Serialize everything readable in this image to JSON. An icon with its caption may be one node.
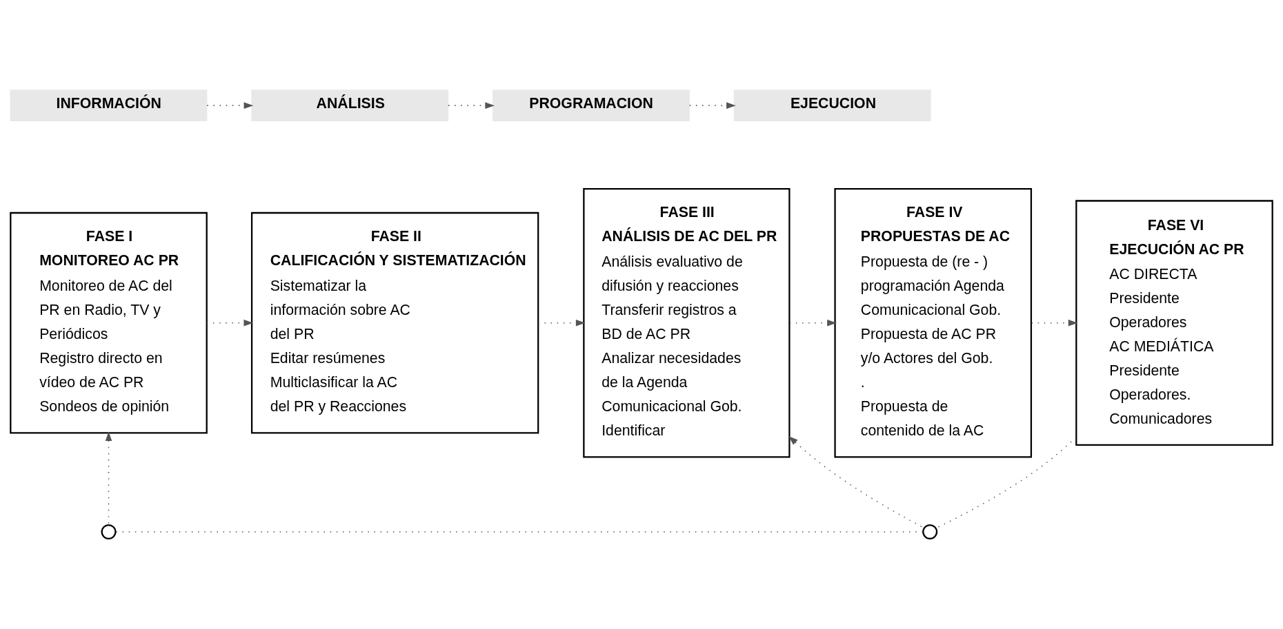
{
  "diagram": {
    "nodes": [
      {
        "text": [
          "INFORMACIÓN"
        ]
      },
      {
        "text": [
          "ANÁLISIS"
        ]
      },
      {
        "text": [
          "PROGRAMACION"
        ]
      },
      {
        "text": [
          "EJECUCION"
        ]
      },
      {
        "text": [
          "FASE I",
          "MONITOREO AC PR",
          "Monitoreo de AC del",
          "PR en Radio, TV y",
          "Periódicos",
          "Registro directo en",
          "vídeo de AC PR",
          "Sondeos de opinión"
        ]
      },
      {
        "text": [
          "FASE II",
          "CALIFICACIÓN Y SISTEMATIZACIÓN",
          "Sistematizar la",
          "información sobre AC",
          "del PR",
          "Editar resúmenes",
          "Multiclasificar la AC",
          "del PR y Reacciones"
        ]
      },
      {
        "text": [
          "FASE III",
          "ANÁLISIS DE AC DEL PR",
          "Análisis evaluativo de",
          "difusión y reacciones",
          "Transferir registros a",
          "BD de AC PR",
          "Analizar necesidades",
          "de la Agenda",
          "Comunicacional Gob.",
          "Identificar"
        ]
      },
      {
        "text": [
          "FASE IV",
          "PROPUESTAS DE AC",
          "Propuesta de (re - )",
          "programación Agenda",
          "Comunicacional Gob.",
          "Propuesta de AC PR",
          "y/o Actores del Gob.",
          ".",
          "Propuesta de",
          "contenido de la AC"
        ]
      },
      {
        "text": [
          "FASE VI",
          "EJECUCIÓN AC PR",
          "AC DIRECTA",
          "Presidente",
          "Operadores",
          "AC MEDIÁTICA",
          "Presidente",
          "Operadores.",
          "Comunicadores"
        ]
      },
      {
        "text": [],
        "shape": "circle"
      },
      {
        "text": [],
        "shape": "circle"
      }
    ],
    "edges": [
      {
        "from": 0,
        "to": 1,
        "arrow": "to",
        "style": "dashed"
      },
      {
        "from": 1,
        "to": 2,
        "arrow": "to",
        "style": "dashed"
      },
      {
        "from": 2,
        "to": 3,
        "arrow": "to",
        "style": "dashed"
      },
      {
        "from": 4,
        "to": 5,
        "arrow": "to",
        "style": "dashed"
      },
      {
        "from": 5,
        "to": 6,
        "arrow": "to",
        "style": "dashed"
      },
      {
        "from": 6,
        "to": 7,
        "arrow": "to",
        "style": "dashed"
      },
      {
        "from": 7,
        "to": 8,
        "arrow": "to",
        "style": "dashed"
      },
      {
        "from": 8,
        "to": 10,
        "arrow": "none",
        "style": "dashed"
      },
      {
        "from": 10,
        "to": 9,
        "arrow": "none",
        "style": "dashed"
      },
      {
        "from": 9,
        "to": 4,
        "arrow": "to",
        "style": "dashed"
      },
      {
        "from": 10,
        "to": 6,
        "arrow": "to",
        "style": "dashed"
      }
    ]
  }
}
